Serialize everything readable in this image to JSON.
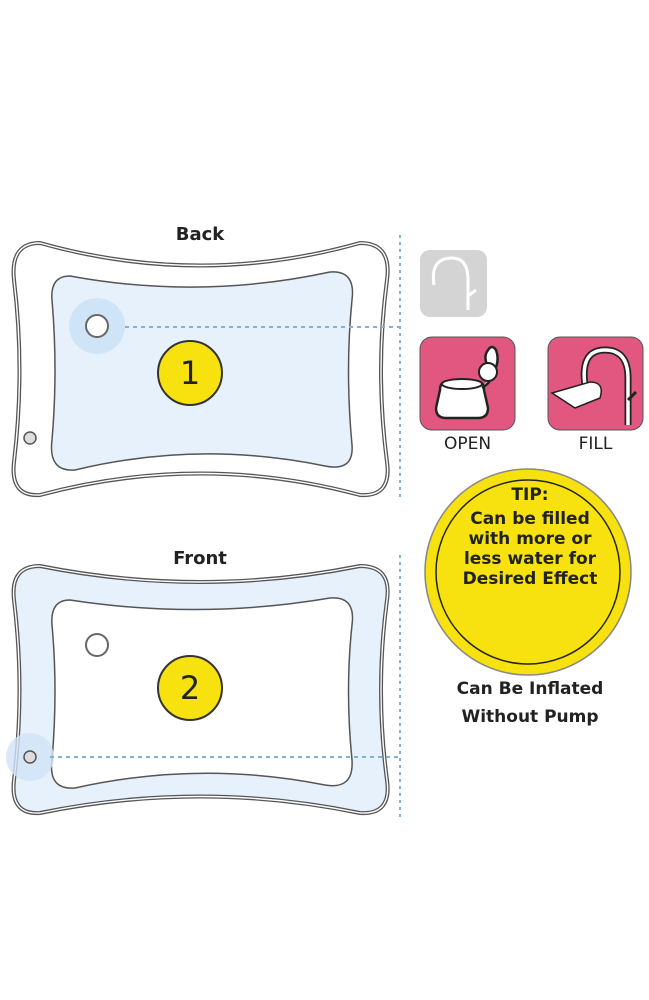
{
  "back": {
    "title": "Back",
    "step": "1"
  },
  "front": {
    "title": "Front",
    "step": "2"
  },
  "steps": {
    "open": "OPEN",
    "fill": "FILL"
  },
  "tip": {
    "title": "TIP:",
    "lines": [
      "Can be filled",
      "with more or",
      "less water for",
      "Desired Effect"
    ]
  },
  "note": {
    "line1": "Can Be Inflated",
    "line2": "Without Pump"
  },
  "colors": {
    "yellow": "#f7e210",
    "pink": "#e2577f",
    "water": "#e6f1fb",
    "gray": "#d4d4d4"
  }
}
